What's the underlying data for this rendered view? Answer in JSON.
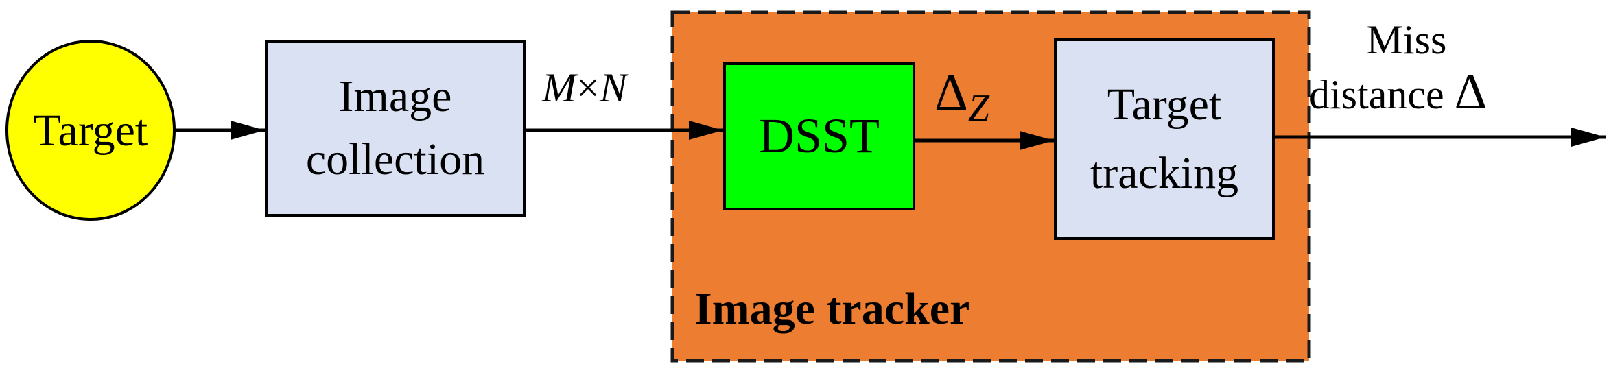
{
  "nodes": {
    "target": {
      "label": "Target",
      "fill": "#ffff00"
    },
    "image_collection": {
      "lines": [
        "Image",
        "collection"
      ],
      "fill": "#dae1f3"
    },
    "image_tracker": {
      "label": "Image tracker",
      "fill": "#ed7d31"
    },
    "dsst": {
      "label": "DSST",
      "fill": "#00ff00"
    },
    "target_tracking": {
      "lines": [
        "Target",
        "tracking"
      ],
      "fill": "#dae1f3"
    }
  },
  "edges": {
    "resolution": {
      "left": "M",
      "op": "×",
      "right": "N"
    },
    "delta_z": {
      "symbol": "Δ",
      "subscript": "Z"
    },
    "miss_distance": {
      "lines": [
        "Miss",
        "distance"
      ],
      "symbol": "Δ"
    }
  },
  "colors": {
    "stroke": "#000000",
    "background": "#ffffff"
  }
}
